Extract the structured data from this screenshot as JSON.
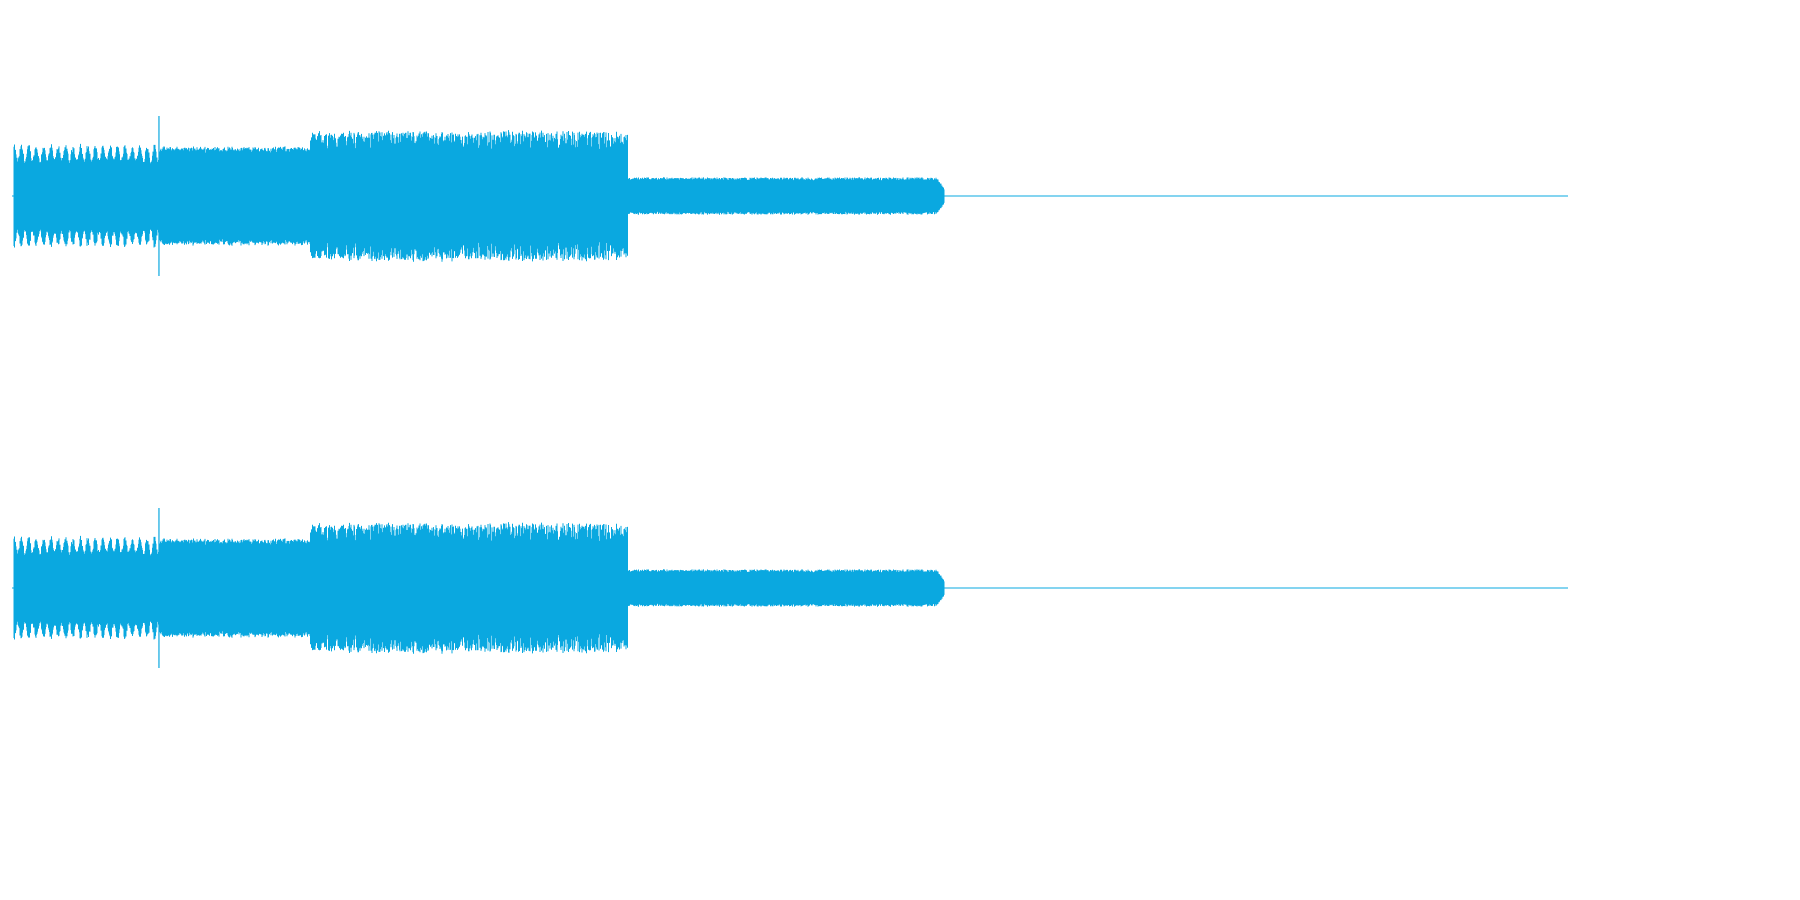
{
  "waveform": {
    "channels": [
      {
        "channel": "left"
      },
      {
        "channel": "right"
      }
    ],
    "wave_color": "#0aa8e0",
    "background_color": "#ffffff",
    "segments": [
      {
        "kind": "pulse-burst",
        "start": 0.0,
        "end": 0.12,
        "level": 0.5,
        "flutter": 0.06
      },
      {
        "kind": "dense",
        "start": 0.12,
        "end": 0.245,
        "level": 0.5,
        "flutter": 0.04
      },
      {
        "kind": "loud-irregular",
        "start": 0.245,
        "end": 0.508,
        "level": 0.66,
        "flutter": 0.25
      },
      {
        "kind": "sustained",
        "start": 0.508,
        "end": 0.77,
        "level": 0.18,
        "flutter": 0.03
      }
    ],
    "transient_position": 0.12,
    "transient_level": 0.8,
    "tail_fade_position": 0.77
  }
}
